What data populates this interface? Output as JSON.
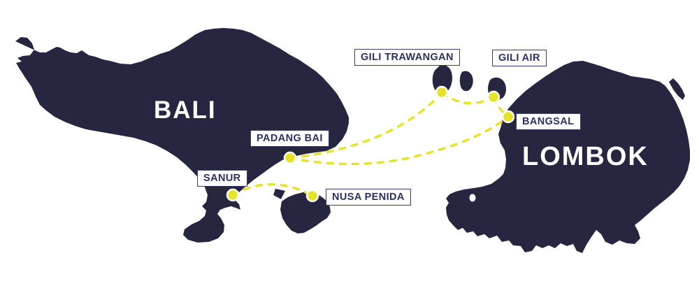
{
  "map": {
    "islands": [
      {
        "id": "bali",
        "label": "BALI"
      },
      {
        "id": "lombok",
        "label": "LOMBOK"
      }
    ],
    "ports": [
      {
        "id": "sanur",
        "label": "SANUR"
      },
      {
        "id": "padang-bai",
        "label": "PADANG BAI"
      },
      {
        "id": "nusa-penida",
        "label": "NUSA PENIDA"
      },
      {
        "id": "gili-trawangan",
        "label": "GILI TRAWANGAN"
      },
      {
        "id": "gili-air",
        "label": "GILI AIR"
      },
      {
        "id": "bangsal",
        "label": "BANGSAL"
      }
    ],
    "routes": [
      {
        "from": "SANUR",
        "to": "NUSA PENIDA"
      },
      {
        "from": "PADANG BAI",
        "to": "GILI TRAWANGAN"
      },
      {
        "from": "PADANG BAI",
        "to": "BANGSAL"
      },
      {
        "from": "GILI TRAWANGAN",
        "to": "GILI AIR"
      },
      {
        "from": "GILI AIR",
        "to": "BANGSAL"
      }
    ],
    "colors": {
      "island": "#262641",
      "route": "#e6e32b",
      "port_dot": "#e6e32b",
      "port_dot_ring": "#ffffff",
      "label_text": "#2b3160",
      "label_border": "#363c6b",
      "label_background": "#ffffff",
      "island_label_text": "#ffffff",
      "background": "#ffffff"
    }
  }
}
